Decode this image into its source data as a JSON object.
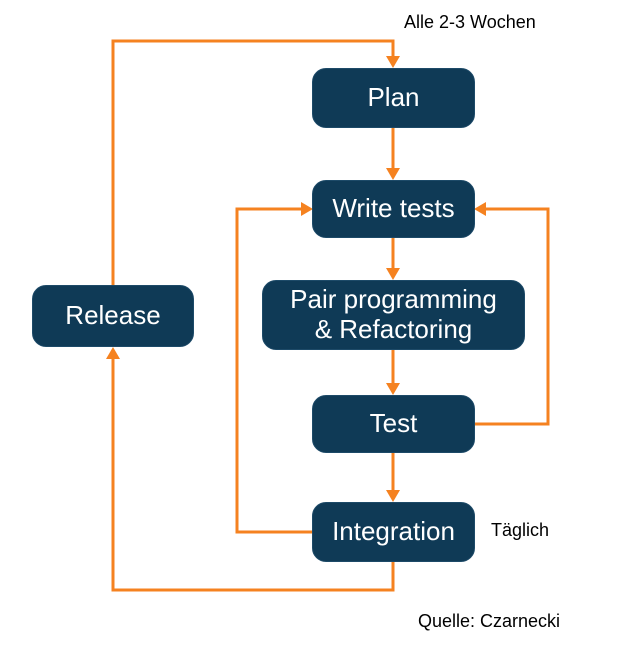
{
  "nodes": {
    "plan": "Plan",
    "write_tests": "Write tests",
    "pair": "Pair programming\n& Refactoring",
    "test": "Test",
    "integration": "Integration",
    "release": "Release"
  },
  "annotations": {
    "cycle_label": "Alle 2-3 Wochen",
    "daily_label": "Täglich",
    "source_label": "Quelle: Czarnecki"
  },
  "edges": [
    {
      "from": "plan",
      "to": "write_tests"
    },
    {
      "from": "write_tests",
      "to": "pair"
    },
    {
      "from": "pair",
      "to": "test"
    },
    {
      "from": "test",
      "to": "integration"
    },
    {
      "from": "test",
      "to": "write_tests",
      "note": "loop right"
    },
    {
      "from": "integration",
      "to": "write_tests",
      "note": "loop left, Täglich"
    },
    {
      "from": "integration",
      "to": "release",
      "note": "loop bottom"
    },
    {
      "from": "release",
      "to": "plan",
      "note": "loop top, Alle 2-3 Wochen"
    }
  ],
  "colors": {
    "node_fill": "#0F3A56",
    "node_text": "#FFFFFF",
    "arrow": "#F58220",
    "label_text": "#000000",
    "background": "#FFFFFF"
  }
}
